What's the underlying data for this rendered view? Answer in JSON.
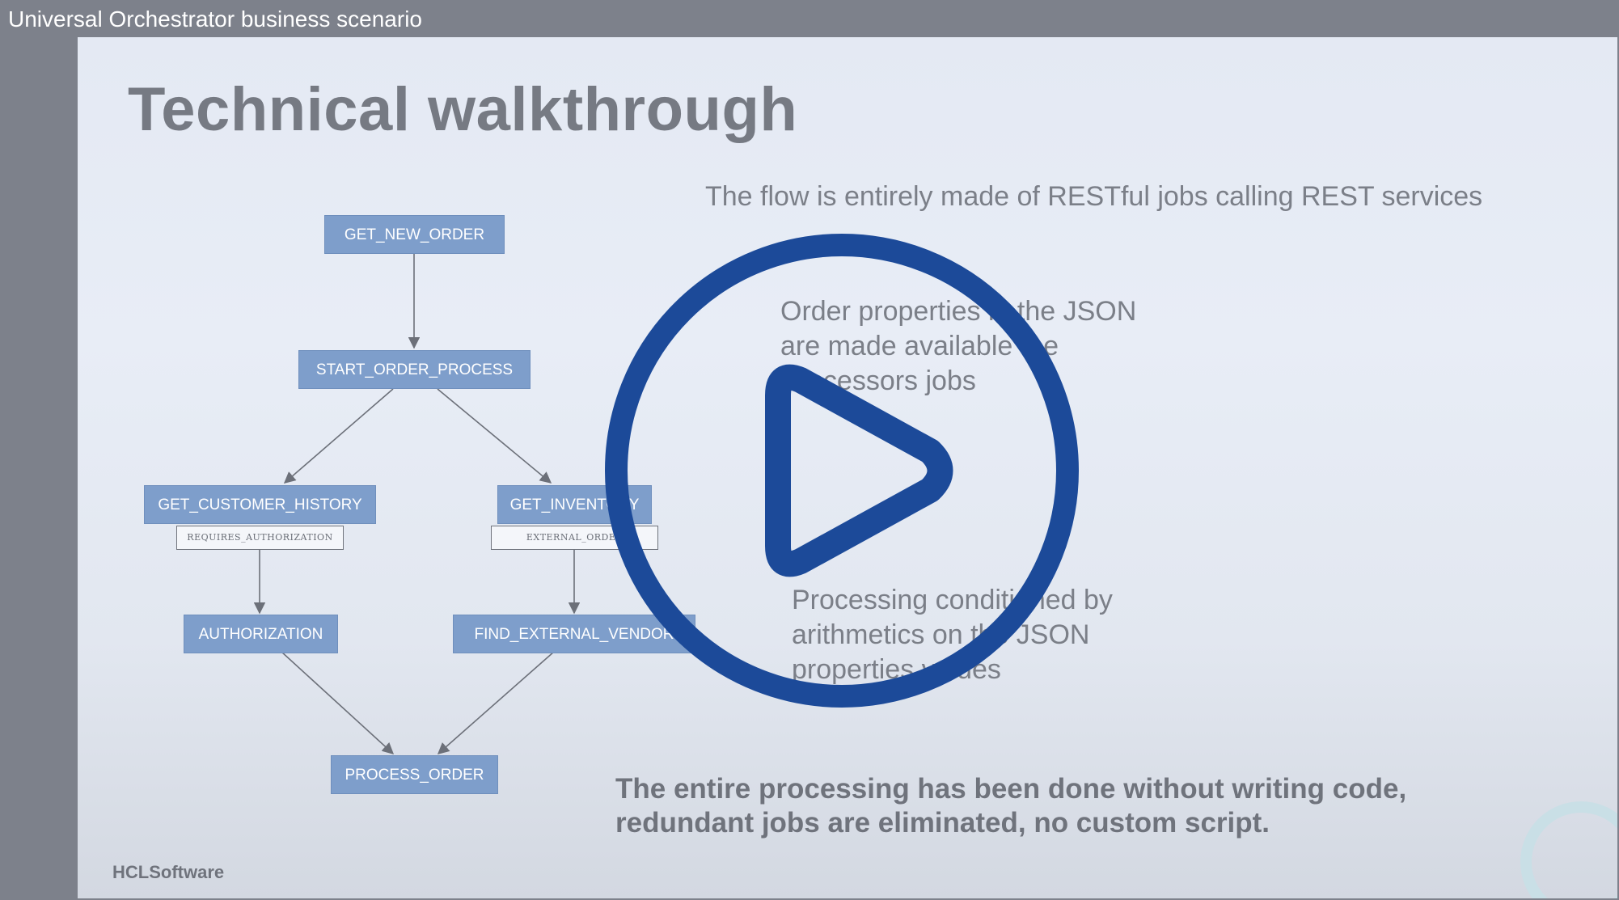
{
  "window": {
    "title": "Universal Orchestrator business scenario"
  },
  "slide": {
    "title": "Technical walkthrough",
    "flow_text": "The flow is entirely made of RESTful jobs calling REST services",
    "order_text_lines": [
      "Order properties in the JSON",
      "are made available the",
      "successors jobs"
    ],
    "processing_text_lines": [
      "Processing conditioned by",
      "arithmetics on the JSON",
      "properties values"
    ],
    "bottom_text_lines": [
      "The entire processing has been done without writing code,",
      "redundant jobs are eliminated, no custom script."
    ],
    "logo": "HCLSoftware"
  },
  "diagram": {
    "nodes": {
      "get_new_order": "GET_NEW_ORDER",
      "start_order_process": "START_ORDER_PROCESS",
      "get_customer_history": "GET_CUSTOMER_HISTORY",
      "get_inventory": "GET_INVENTORY",
      "authorization": "AUTHORIZATION",
      "find_external_vendor": "FIND_EXTERNAL_VENDOR",
      "process_order": "PROCESS_ORDER"
    },
    "conditions": {
      "requires_authorization": "REQUIRES_AUTHORIZATION",
      "external_order": "EXTERNAL_ORDER"
    }
  },
  "overlay": {
    "icon": "play-icon",
    "color": "#1c4a99"
  }
}
